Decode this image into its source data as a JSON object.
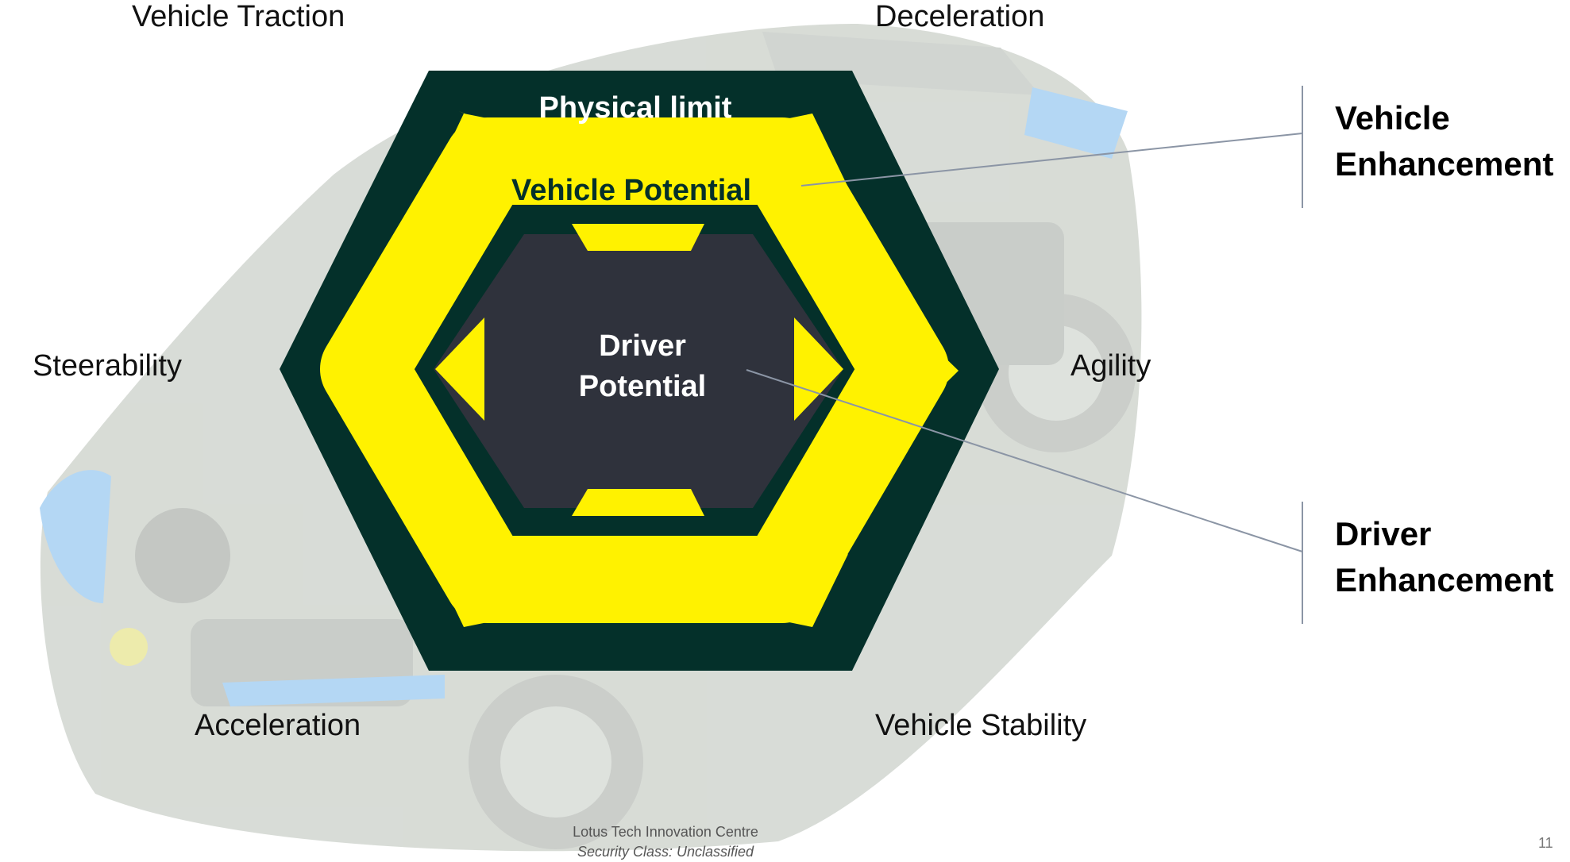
{
  "outer_labels": {
    "vehicle_traction": "Vehicle Traction",
    "deceleration": "Deceleration",
    "steerability": "Steerability",
    "agility": "Agility",
    "acceleration": "Acceleration",
    "vehicle_stability": "Vehicle Stability"
  },
  "hexagon": {
    "physical_limit": "Physical limit",
    "vehicle_potential": "Vehicle Potential",
    "driver_potential_line1": "Driver",
    "driver_potential_line2": "Potential"
  },
  "enhancements": {
    "vehicle_line1": "Vehicle",
    "vehicle_line2": "Enhancement",
    "driver_line1": "Driver",
    "driver_line2": "Enhancement"
  },
  "footer": {
    "company": "Lotus Tech Innovation Centre",
    "security": "Security Class: Unclassified",
    "page_number": "11"
  },
  "colors": {
    "hexagon_outer": "#04302A",
    "arrows": "#FFF200",
    "hexagon_inner": "#2F323C",
    "background_car": "#A9B2A6",
    "accent_blue": "#5BA7E8"
  }
}
